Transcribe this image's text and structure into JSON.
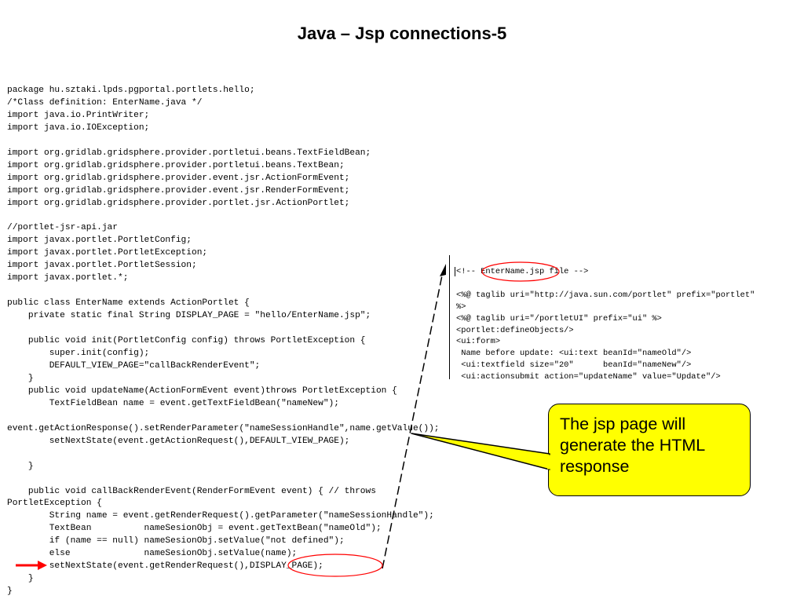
{
  "slide": {
    "title": "Java – Jsp connections-5"
  },
  "java_code": {
    "lines": [
      "package hu.sztaki.lpds.pgportal.portlets.hello;",
      "/*Class definition: EnterName.java */",
      "import java.io.PrintWriter;",
      "import java.io.IOException;",
      "",
      "import org.gridlab.gridsphere.provider.portletui.beans.TextFieldBean;",
      "import org.gridlab.gridsphere.provider.portletui.beans.TextBean;",
      "import org.gridlab.gridsphere.provider.event.jsr.ActionFormEvent;",
      "import org.gridlab.gridsphere.provider.event.jsr.RenderFormEvent;",
      "import org.gridlab.gridsphere.provider.portlet.jsr.ActionPortlet;",
      "",
      "//portlet-jsr-api.jar",
      "import javax.portlet.PortletConfig;",
      "import javax.portlet.PortletException;",
      "import javax.portlet.PortletSession;",
      "import javax.portlet.*;",
      "",
      "public class EnterName extends ActionPortlet {",
      "    private static final String DISPLAY_PAGE = \"hello/EnterName.jsp\";",
      "",
      "    public void init(PortletConfig config) throws PortletException {",
      "        super.init(config);",
      "        DEFAULT_VIEW_PAGE=\"callBackRenderEvent\";",
      "    }",
      "    public void updateName(ActionFormEvent event)throws PortletException {",
      "        TextFieldBean name = event.getTextFieldBean(\"nameNew\");",
      "",
      "event.getActionResponse().setRenderParameter(\"nameSessionHandle\",name.getValue());",
      "        setNextState(event.getActionRequest(),DEFAULT_VIEW_PAGE);",
      "",
      "    }",
      "",
      "    public void callBackRenderEvent(RenderFormEvent event) { // throws",
      "PortletException {",
      "        String name = event.getRenderRequest().getParameter(\"nameSessionHandle\");",
      "        TextBean          nameSesionObj = event.getTextBean(\"nameOld\");",
      "        if (name == null) nameSesionObj.setValue(\"not defined\");",
      "        else              nameSesionObj.setValue(name);",
      "        setNextState(event.getRenderRequest(),DISPLAY_PAGE);",
      "    }",
      "}"
    ]
  },
  "jsp_code": {
    "lines": [
      "<!-- EnterName.jsp file -->",
      "",
      "<%@ taglib uri=\"http://java.sun.com/portlet\" prefix=\"portlet\"",
      "%>",
      "<%@ taglib uri=\"/portletUI\" prefix=\"ui\" %>",
      "<portlet:defineObjects/>",
      "<ui:form>",
      " Name before update: <ui:text beanId=\"nameOld\"/>",
      " <ui:textfield size=\"20\"      beanId=\"nameNew\"/>",
      " <ui:actionsubmit action=\"updateName\" value=\"Update\"/>"
    ]
  },
  "callout": {
    "text": "The jsp page will generate the HTML response"
  },
  "colors": {
    "callout_fill": "#ffff00",
    "highlight_ellipse": "#ff0000",
    "pointer_arrow": "#ff0000",
    "text": "#000000"
  }
}
